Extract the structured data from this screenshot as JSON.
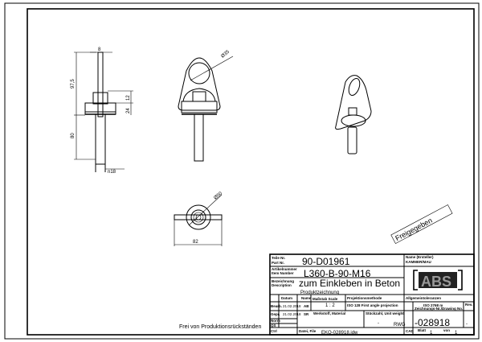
{
  "drawing": {
    "dimensions": {
      "top_width": "8",
      "height_total": "97,5",
      "nut_height": "12",
      "base_height": "24",
      "shaft_length": "80",
      "shaft_thread": "n18",
      "eye_diameter": "Ø35",
      "top_diameter": "Ø50",
      "width": "82"
    },
    "stamp": "Freigegeben",
    "note": "Frei von Produktionsrückständen"
  },
  "title_block": {
    "part_no_label_de": "Teile Nr.",
    "part_no_label_en": "Part Nr.",
    "part_no": "90-D01961",
    "article_label_de": "Artikelnummer",
    "article_label_en": "Item Number",
    "article_no": "L360-B-90-M16",
    "desc_label_de": "Bezeichnung",
    "desc_label_en": "Description",
    "description": "zum Einkleben in Beton",
    "subtitle": "Produktzeichnung",
    "name_label": "Name (Ersteller)",
    "name_value": "KAMMER/MAU",
    "logo": "ABS",
    "col_date": "Datum",
    "col_name": "Name",
    "row_bearb": "Bearb.",
    "row_gepr": "Gepr.",
    "row_norm": "Norm",
    "row_qs": "QS",
    "row_ctrl": "Ctrl",
    "bearb_date": "21.02.2018",
    "bearb_name": "AB",
    "gepr_date": "21.02.2018",
    "gepr_name": "SR",
    "scale_label": "Maßstab Scale",
    "scale": "1 : 2",
    "projection_label": "ISO 128 First angle projection",
    "projection_method": "Projektionsmethode",
    "tolerance_label": "Allgemeintoleranzen",
    "tolerance_value": "ISO 2768 m",
    "material_label": "Werkstoff, Material",
    "qty_label": "Stückzahl, Unit weight",
    "qty_value": "-",
    "drawing_no_label": "Zeichnungs-Nr./Drawing No.",
    "drawing_no_prefix": "RWG",
    "drawing_no": "-028918",
    "rev_label": "Rev.",
    "rev_value": "-",
    "file_label": "Datei, File",
    "file_value": "EKO-028918.idw",
    "cad_label": "CAD",
    "sheet_label": "Blatt",
    "sheet_value": "1",
    "sheets_label": "von",
    "sheets_value": "1"
  }
}
